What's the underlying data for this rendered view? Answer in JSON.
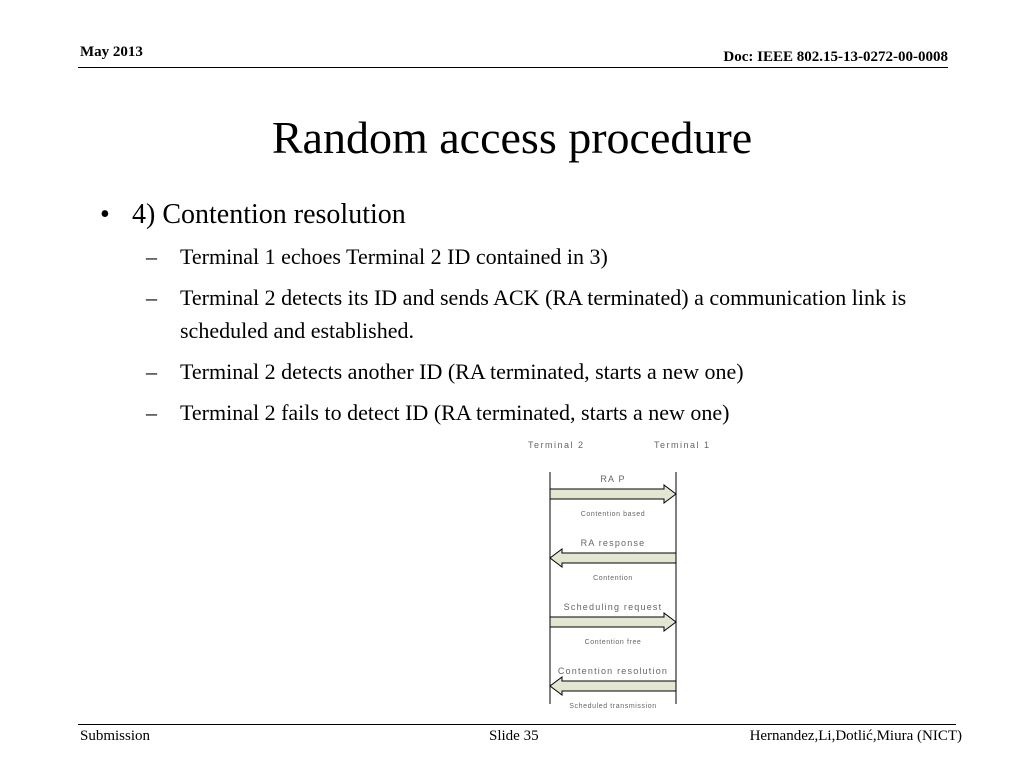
{
  "header": {
    "date": "May 2013",
    "doc": "Doc: IEEE 802.15-13-0272-00-0008"
  },
  "slide": {
    "title": "Random access procedure",
    "bullet": {
      "mark": "•",
      "text": "4) Contention resolution",
      "subitems": [
        {
          "dash": "–",
          "text": "Terminal 1 echoes Terminal 2 ID contained in 3)"
        },
        {
          "dash": "–",
          "text": "Terminal 2 detects its ID and sends ACK (RA terminated) a communication link is scheduled and established."
        },
        {
          "dash": "–",
          "text": "Terminal 2 detects another ID (RA terminated, starts a new one)"
        },
        {
          "dash": "–",
          "text": "Terminal 2 fails to detect ID (RA terminated, starts a new one)"
        }
      ]
    }
  },
  "diagram": {
    "colors": {
      "arrow_fill": "#e4e6d2",
      "line": "#000000",
      "label": "#666666"
    },
    "left_party": "Terminal 2",
    "right_party": "Terminal 1",
    "messages": [
      {
        "label": "RA P",
        "direction": "right",
        "note": "Contention based"
      },
      {
        "label": "RA response",
        "direction": "left",
        "note": "Contention"
      },
      {
        "label": "Scheduling request",
        "direction": "right",
        "note": "Contention free"
      },
      {
        "label": "Contention resolution",
        "direction": "left",
        "note": "Scheduled transmission"
      }
    ]
  },
  "footer": {
    "left": "Submission",
    "center": "Slide 35",
    "right": "Hernandez,Li,Dotlić,Miura (NICT)"
  }
}
